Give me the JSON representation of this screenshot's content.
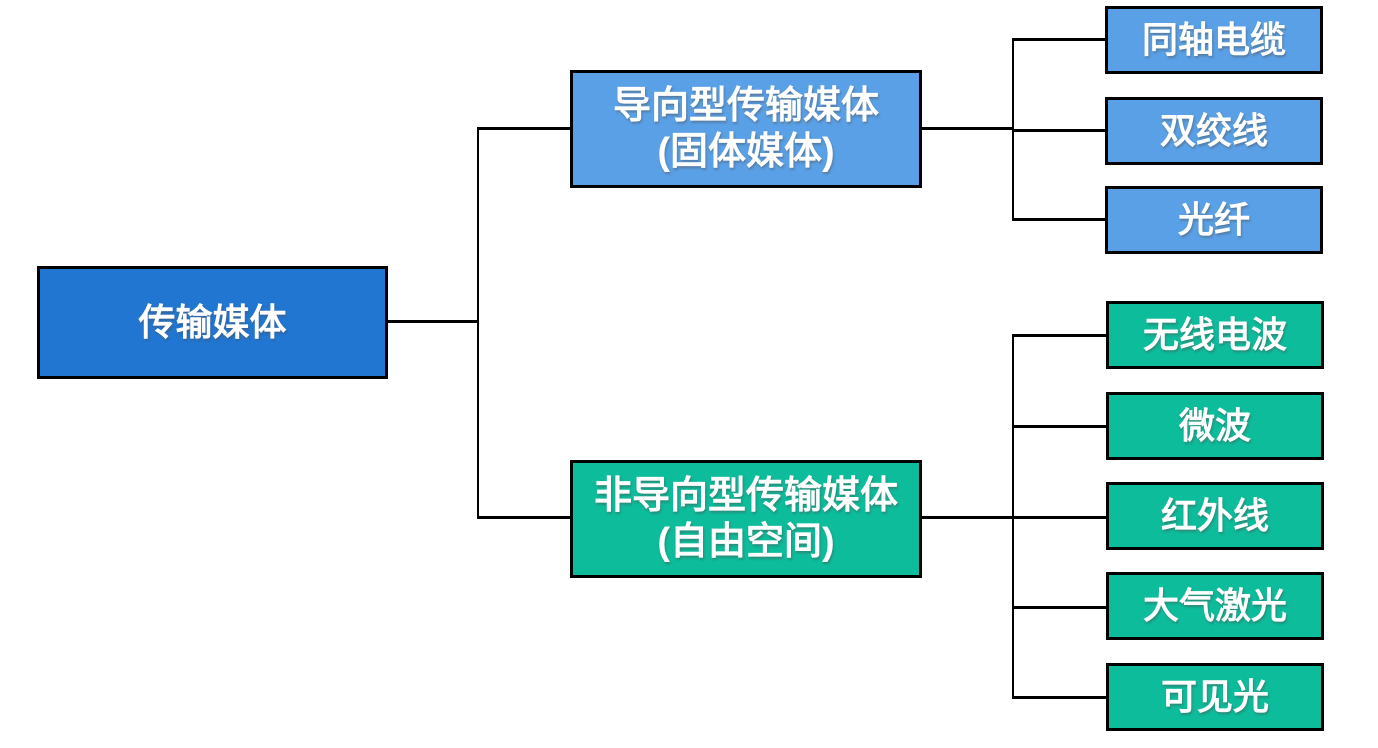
{
  "colors": {
    "root": "#2176D2",
    "guided": "#5AA0E6",
    "unguided": "#0CBC9B",
    "line": "#000000",
    "text": "#FFFFFF"
  },
  "tree": {
    "root": {
      "label": "传输媒体"
    },
    "branches": [
      {
        "label_line1": "导向型传输媒体",
        "label_line2": "(固体媒体)",
        "children": [
          {
            "label": "同轴电缆"
          },
          {
            "label": "双绞线"
          },
          {
            "label": "光纤"
          }
        ]
      },
      {
        "label_line1": "非导向型传输媒体",
        "label_line2": "(自由空间)",
        "children": [
          {
            "label": "无线电波"
          },
          {
            "label": "微波"
          },
          {
            "label": "红外线"
          },
          {
            "label": "大气激光"
          },
          {
            "label": "可见光"
          }
        ]
      }
    ]
  }
}
